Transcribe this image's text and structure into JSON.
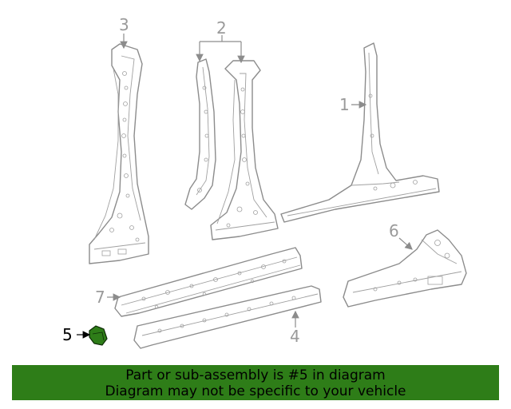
{
  "diagram": {
    "callouts": {
      "c1": "1",
      "c2": "2",
      "c3": "3",
      "c4": "4",
      "c5": "5",
      "c6": "6",
      "c7": "7"
    },
    "highlighted_part": "5",
    "highlight_color": "#2e7d18",
    "line_color": "#8c8c8c"
  },
  "banner": {
    "line1": "Part or sub-assembly is #5 in diagram",
    "line2": "Diagram may not be specific to your vehicle",
    "background": "#2e7d18"
  }
}
